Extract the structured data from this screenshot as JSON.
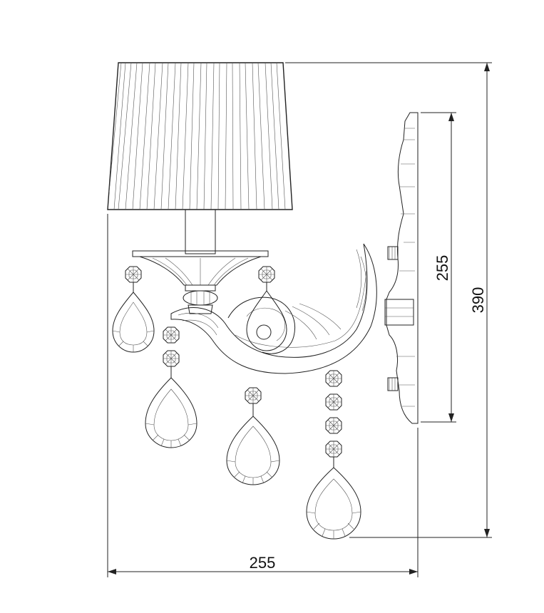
{
  "dimensions": {
    "width_label": "255",
    "total_height_label": "390",
    "backplate_height_label": "255"
  },
  "colors": {
    "line": "#222222",
    "background": "#ffffff"
  }
}
